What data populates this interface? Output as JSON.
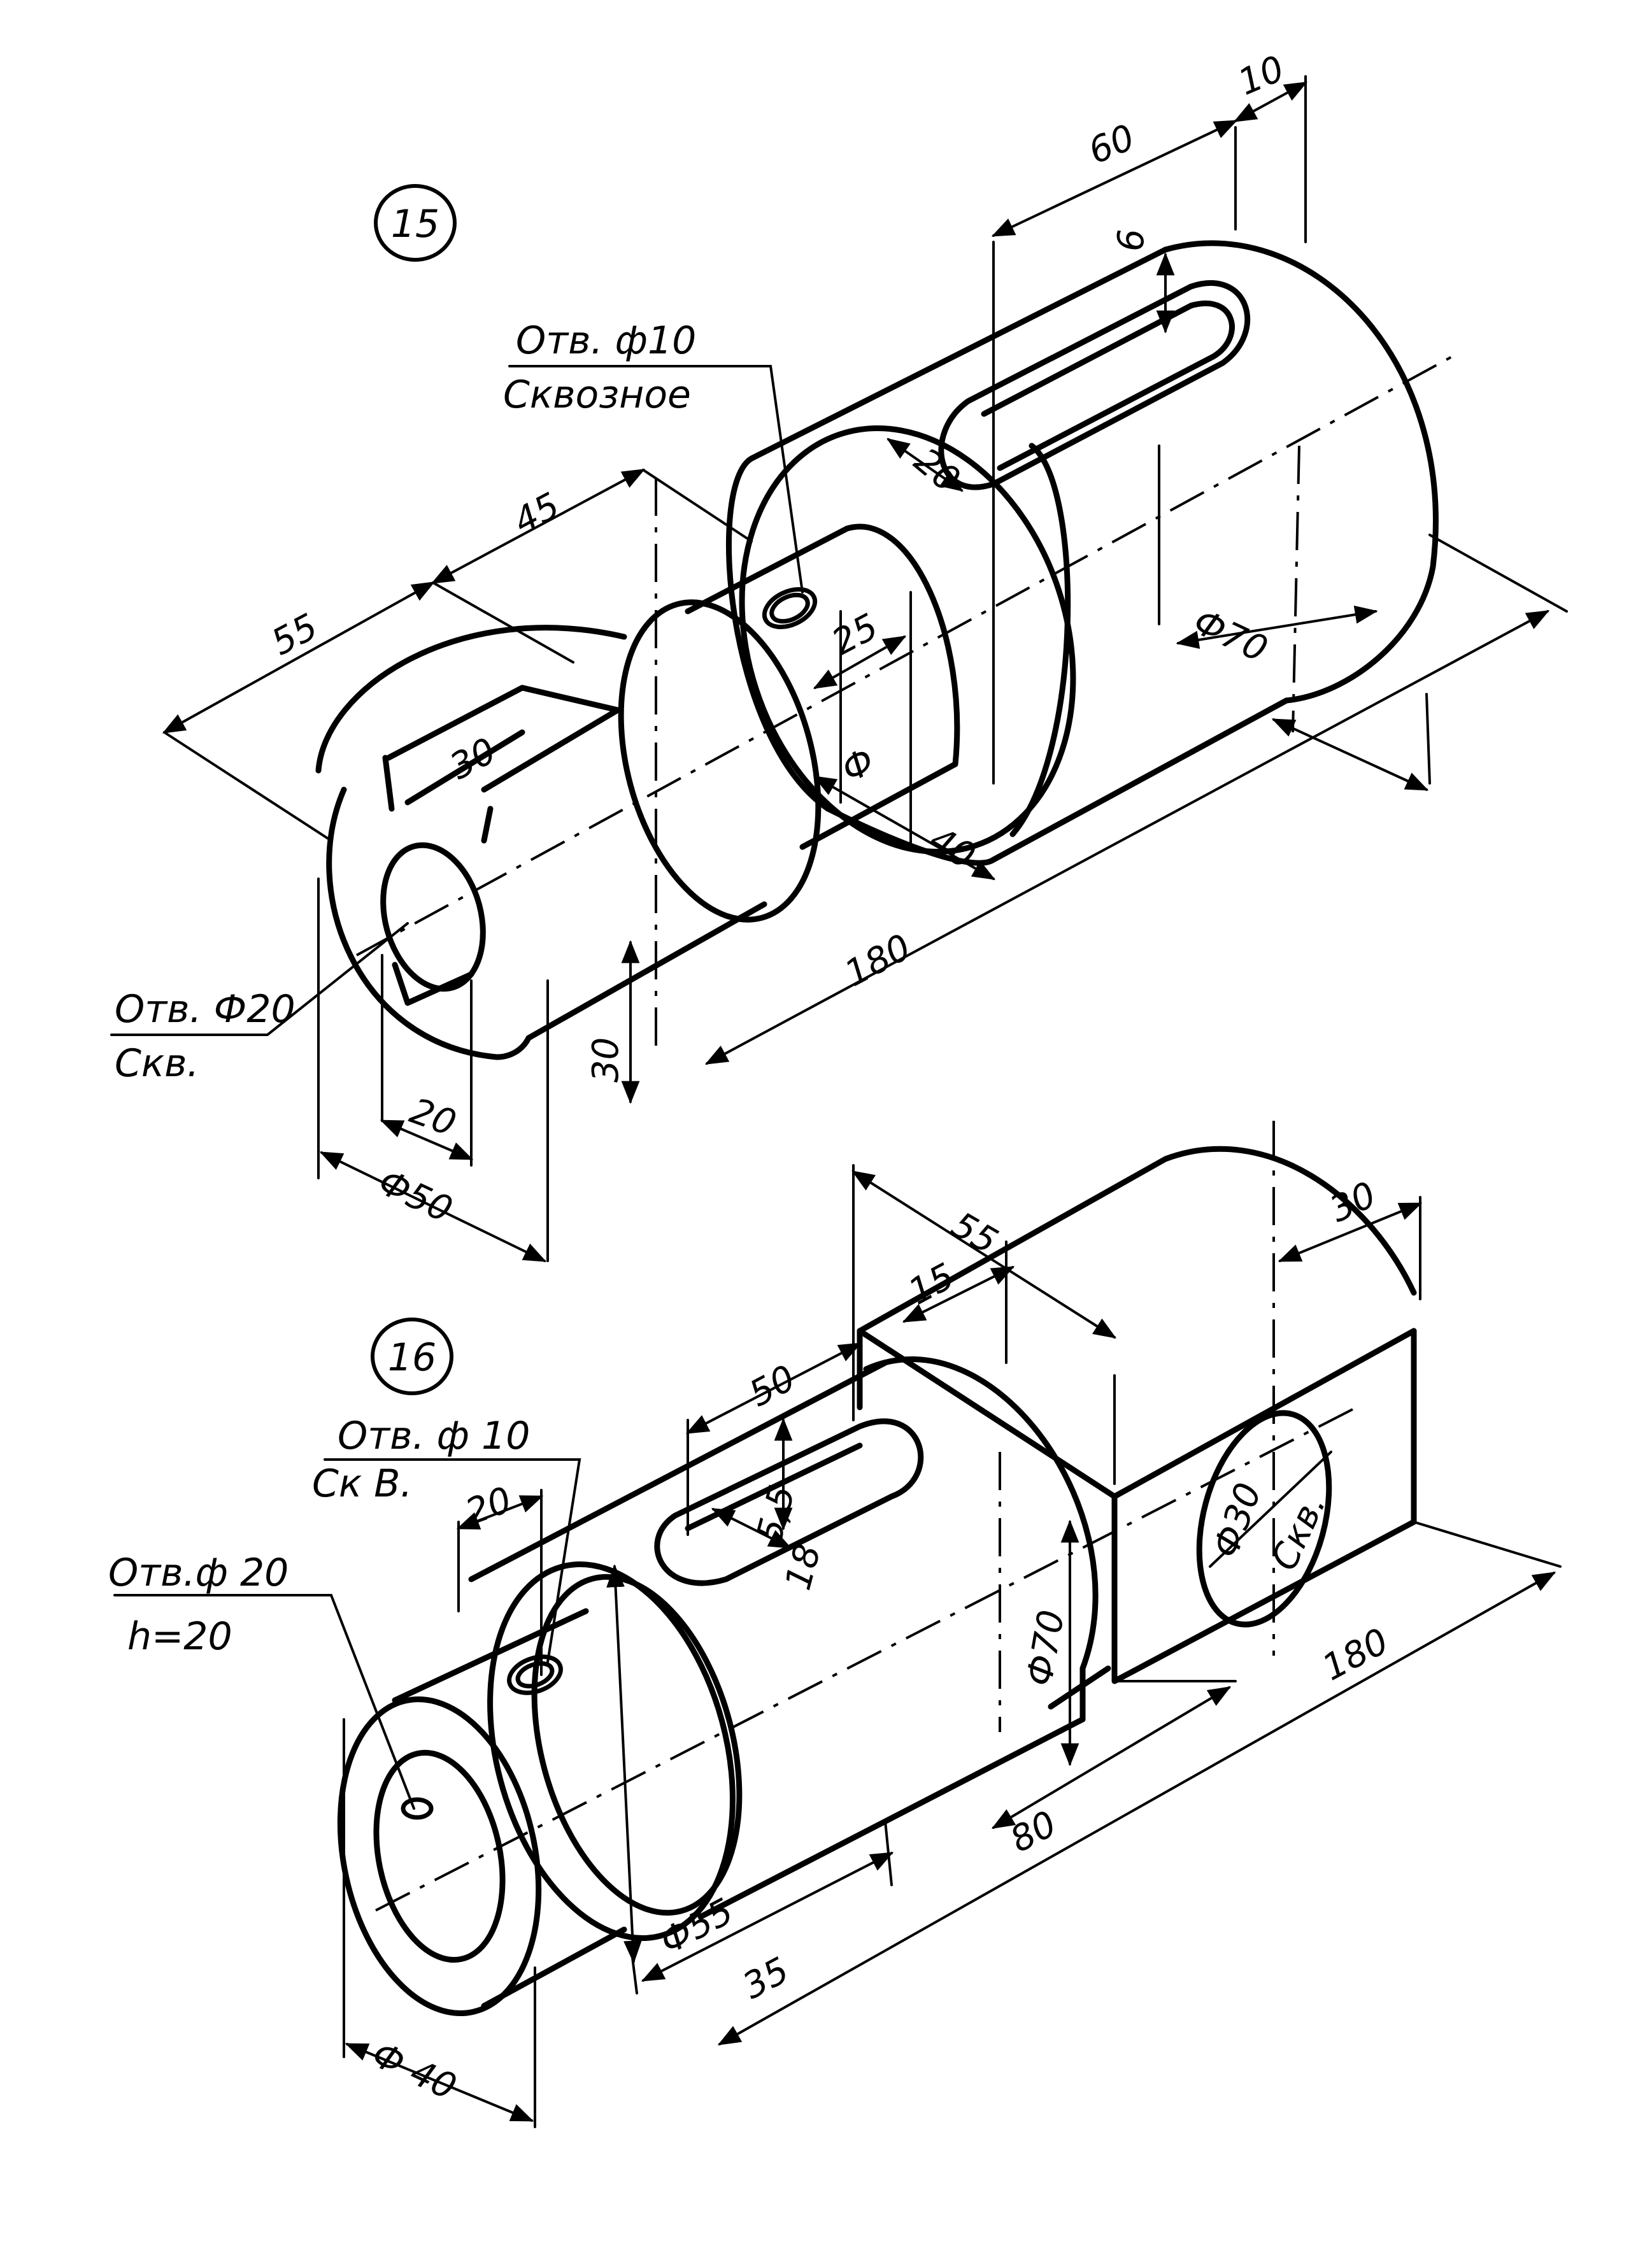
{
  "figure15": {
    "number": "15",
    "hole_note_top": "Отв. ф10",
    "hole_note_bottom": "Сквозное",
    "bore_note_top": "Отв. Ф20",
    "bore_note_bottom": "Скв.",
    "dims": {
      "d60": "60",
      "d10": "10",
      "d6": "6",
      "d20slot": "20",
      "d45": "45",
      "d55": "55",
      "d25": "25",
      "d30slot": "30",
      "phi": "Ф",
      "d40": "40",
      "d70": "Ф70",
      "d180": "180",
      "d30h": "30",
      "d20b": "20",
      "d50": "Ф50"
    }
  },
  "figure16": {
    "number": "16",
    "hole_note_top": "Отв. ф 10",
    "hole_note_bottom": "Ск В.",
    "bore_note_top": "Отв.ф 20",
    "bore_note_bottom": "h=20",
    "dims": {
      "d55": "55",
      "d30": "30",
      "d15": "15",
      "d50": "50",
      "d20": "20",
      "d55slot": "5,5",
      "d18": "18",
      "d70": "Ф70",
      "d30hole": "Ф30",
      "d30hole_note": "Скв.",
      "d180": "180",
      "d80": "80",
      "d55dia": "Ф55",
      "d35": "35",
      "d40": "Ф 40"
    }
  }
}
